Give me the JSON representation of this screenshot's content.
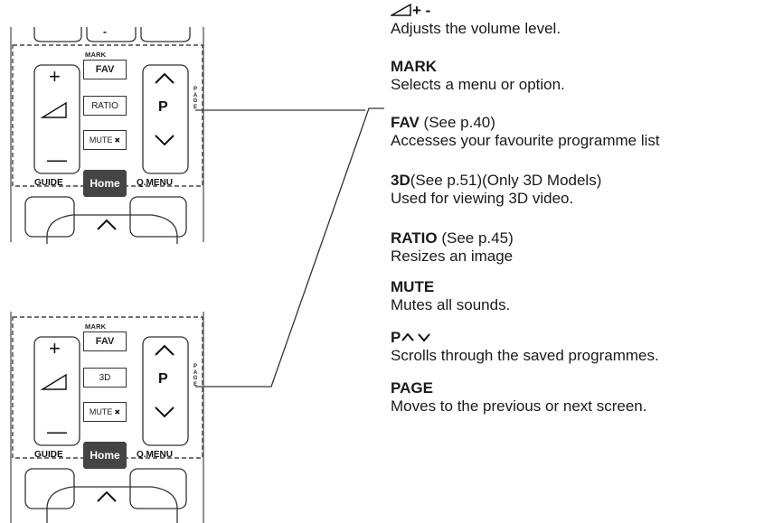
{
  "remote_top": {
    "mark_label": "MARK",
    "fav_label": "FAV",
    "middle_label": "RATIO",
    "mute_label": "MUTE",
    "mute_icon": "speaker-mute-icon",
    "p_label": "P",
    "page_label": "PAGE",
    "guide_label": "GUIDE",
    "home_label": "Home",
    "qmenu_label": "Q.MENU",
    "up_label": "-"
  },
  "remote_bottom": {
    "mark_label": "MARK",
    "fav_label": "FAV",
    "middle_label": "3D",
    "mute_label": "MUTE",
    "mute_icon": "speaker-mute-icon",
    "p_label": "P",
    "page_label": "PAGE",
    "guide_label": "GUIDE",
    "home_label": "Home",
    "qmenu_label": "Q.MENU"
  },
  "descriptions": [
    {
      "title": "+ -",
      "ref": "",
      "text": "Adjusts the volume level.",
      "icon": "volume-icon"
    },
    {
      "title": "MARK",
      "ref": "",
      "text": "Selects a menu or option."
    },
    {
      "title": "FAV",
      "ref": " (See p.40)",
      "text": "Accesses your favourite programme list"
    },
    {
      "title": "3D",
      "ref": "(See p.51)(Only 3D Models)",
      "text": "Used for viewing 3D video."
    },
    {
      "title": "RATIO",
      "ref": " (See p.45)",
      "text": "Resizes an image"
    },
    {
      "title": "MUTE",
      "ref": "",
      "text": "Mutes all sounds."
    },
    {
      "title": "P",
      "ref": "",
      "text": "Scrolls through the saved programmes.",
      "icon": "chevron-up-down-icon"
    },
    {
      "title": "PAGE",
      "ref": "",
      "text": "Moves to the previous or next screen."
    }
  ]
}
